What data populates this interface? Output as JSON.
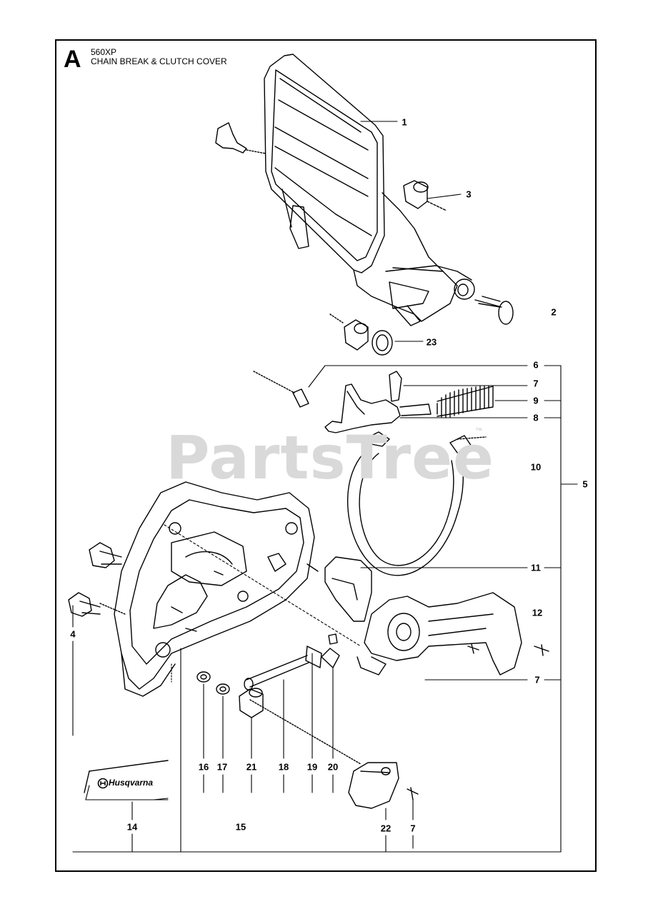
{
  "header": {
    "section_letter": "A",
    "model": "560XP",
    "title": "CHAIN BREAK & CLUTCH COVER"
  },
  "watermark": {
    "text": "PartsTree",
    "trademark": "™"
  },
  "brand": {
    "name": "Husqvarna",
    "icon": "husqvarna-crown-logo-icon"
  },
  "callouts": [
    "1",
    "2",
    "3",
    "4",
    "5",
    "6",
    "7",
    "8",
    "9",
    "10",
    "11",
    "12",
    "7",
    "14",
    "15",
    "16",
    "17",
    "21",
    "18",
    "19",
    "20",
    "22",
    "7",
    "23"
  ],
  "colors": {
    "line": "#000000",
    "watermark": "#d9d9d9"
  }
}
